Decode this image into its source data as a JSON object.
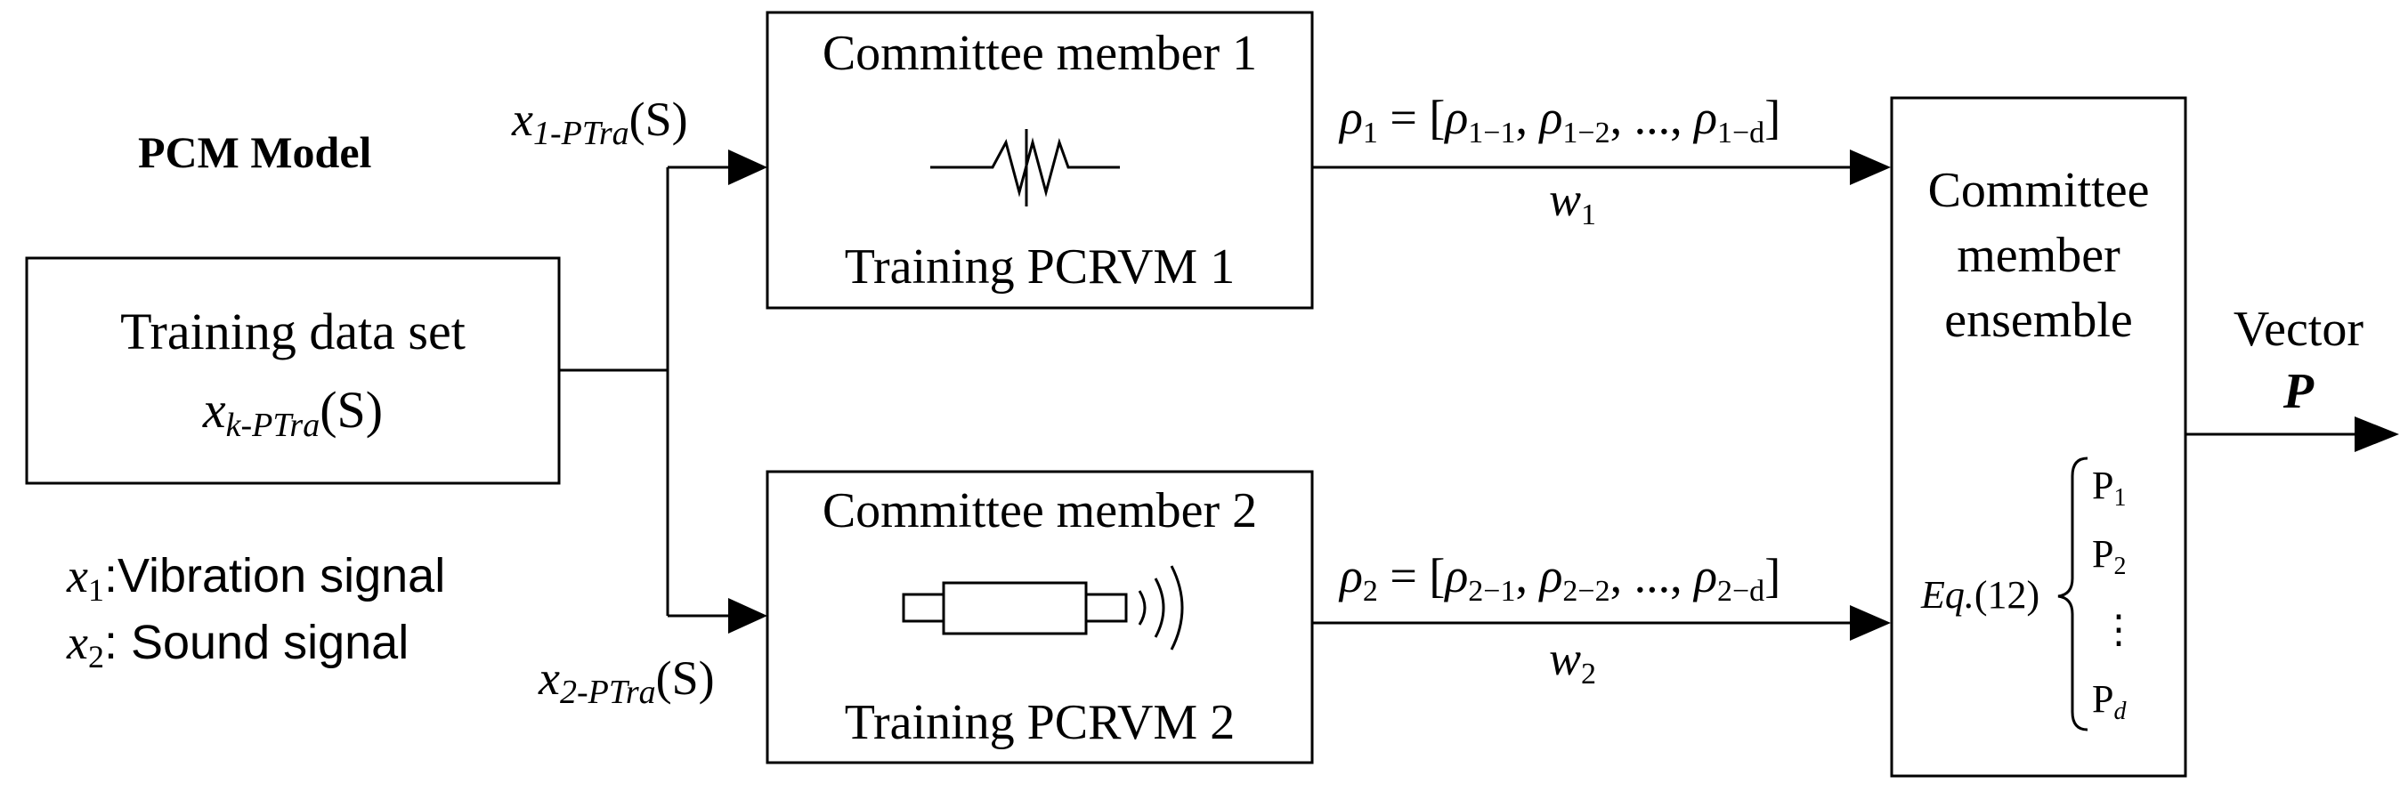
{
  "model_title": "PCM Model",
  "training_box": {
    "line1": "Training data set",
    "var_base": "x",
    "var_sub": "k-PTra",
    "var_arg": "(S)"
  },
  "legend": {
    "line1_var": "x",
    "line1_sub": "1",
    "line1_text": ":Vibration signal",
    "line2_var": "x",
    "line2_sub": "2",
    "line2_text": ": Sound signal"
  },
  "input1": {
    "var": "x",
    "sub": "1-PTra",
    "arg": "(S)"
  },
  "input2": {
    "var": "x",
    "sub": "2-PTra",
    "arg": "(S)"
  },
  "member1": {
    "title": "Committee member 1",
    "subtitle": "Training PCRVM 1",
    "icon": "vibration-sensor-icon"
  },
  "member2": {
    "title": "Committee member 2",
    "subtitle": "Training PCRVM 2",
    "icon": "microphone-sound-icon"
  },
  "output1": {
    "lhs": "ρ",
    "lhs_sub": "1",
    "eq": " = [",
    "t1": "ρ",
    "t1_sub": "1−1",
    "t2": "ρ",
    "t2_sub": "1−2",
    "dots": "...,",
    "t3": "ρ",
    "t3_sub": "1−d",
    "close": "]",
    "weight": "w",
    "weight_sub": "1"
  },
  "output2": {
    "lhs": "ρ",
    "lhs_sub": "2",
    "eq": " = [",
    "t1": "ρ",
    "t1_sub": "2−1",
    "t2": "ρ",
    "t2_sub": "2−2",
    "dots": "...,",
    "t3": "ρ",
    "t3_sub": "2−d",
    "close": "]",
    "weight": "w",
    "weight_sub": "2"
  },
  "ensemble": {
    "line1": "Committee",
    "line2": "member",
    "line3": "ensemble",
    "eq_label": "Eq.",
    "eq_num": "(12)",
    "items": [
      {
        "base": "P",
        "sub": "1"
      },
      {
        "base": "P",
        "sub": "2"
      },
      {
        "base": "P",
        "sub": "d"
      }
    ],
    "vdots": "⋮"
  },
  "output": {
    "label": "Vector",
    "symbol": "P"
  }
}
